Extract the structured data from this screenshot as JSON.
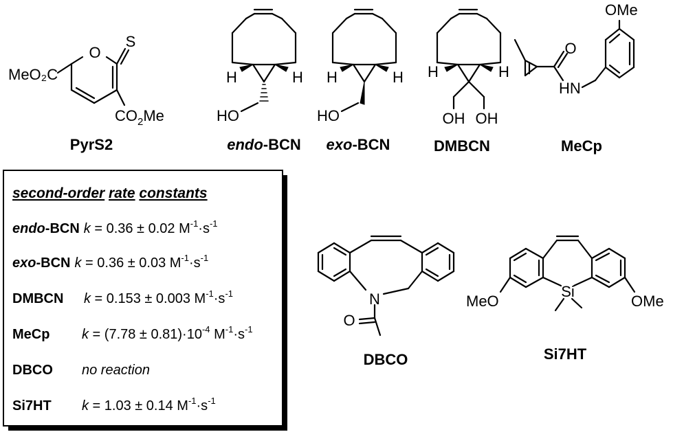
{
  "compounds": {
    "pyrs2": {
      "name": "PyrS2",
      "atoms": {
        "ring_O": "O",
        "thione_S": "S",
        "ester_left": "MeO₂C",
        "ester_right_base": "CO",
        "ester_right_sub": "2",
        "ester_right_me": "Me"
      }
    },
    "endo_bcn": {
      "name_prefix": "endo",
      "name_suffix": "-BCN",
      "atoms": {
        "h_left": "H",
        "h_right": "H",
        "hydroxyl": "HO"
      }
    },
    "exo_bcn": {
      "name_prefix": "exo",
      "name_suffix": "-BCN",
      "atoms": {
        "h_left": "H",
        "h_right": "H",
        "hydroxyl": "HO"
      }
    },
    "dmbcn": {
      "name": "DMBCN",
      "atoms": {
        "h_left": "H",
        "h_right": "H",
        "oh_left": "OH",
        "oh_right": "OH"
      }
    },
    "mecp": {
      "name": "MeCp",
      "atoms": {
        "carbonyl_O": "O",
        "amide_NH": "HN",
        "methoxy": "OMe"
      }
    },
    "dbco": {
      "name": "DBCO",
      "atoms": {
        "nitrogen": "N",
        "carbonyl_O": "O"
      }
    },
    "si7ht": {
      "name": "Si7HT",
      "atoms": {
        "silicon": "Si",
        "methoxy_left": "MeO",
        "methoxy_right": "OMe"
      }
    }
  },
  "rate_table": {
    "title_words": [
      "second-order",
      "rate",
      "constants"
    ],
    "rows": [
      {
        "label_prefix": "endo",
        "label": "-BCN",
        "k": "k",
        "expr": " = 0.36 ± 0.02 M",
        "exp1": "-1",
        "mid": "·s",
        "exp2": "-1"
      },
      {
        "label_prefix": "exo",
        "label": "-BCN",
        "k": "k",
        "expr": " = 0.36 ± 0.03 M",
        "exp1": "-1",
        "mid": "·s",
        "exp2": "-1"
      },
      {
        "label": "DMBCN",
        "k": "k",
        "expr": " = 0.153 ± 0.003 M",
        "exp1": "-1",
        "mid": "·s",
        "exp2": "-1"
      },
      {
        "label": "MeCp",
        "k": "k",
        "expr": " = (7.78 ± 0.81)·10",
        "exp0": "-4",
        "expr2": " M",
        "exp1": "-1",
        "mid": "·s",
        "exp2": "-1"
      },
      {
        "label": "DBCO",
        "note": "no reaction"
      },
      {
        "label": "Si7HT",
        "k": "k",
        "expr": " = 1.03 ± 0.14 M",
        "exp1": "-1",
        "mid": "·s",
        "exp2": "-1"
      }
    ]
  }
}
